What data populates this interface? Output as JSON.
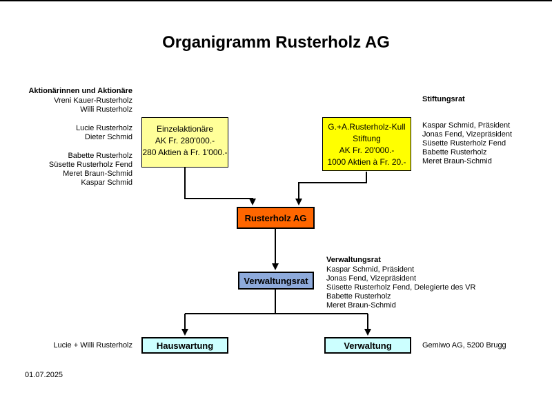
{
  "title": "Organigramm Rusterholz AG",
  "colors": {
    "einzelaktionaere": "#FFFF99",
    "stiftung": "#FFFF00",
    "rusterholz_ag": "#FF6600",
    "verwaltungsrat": "#8EAADB",
    "hauswartung": "#CCFFFF",
    "verwaltung": "#CCFFFF",
    "line": "#000000"
  },
  "shareholders": {
    "heading": "Aktionärinnen und Aktionäre",
    "group1": [
      "Vreni Kauer-Rusterholz",
      "Willi Rusterholz"
    ],
    "group2": [
      "Lucie Rusterholz",
      "Dieter Schmid"
    ],
    "group3": [
      "Babette Rusterholz",
      "Süsette Rusterholz Fend",
      "Meret Braun-Schmid",
      "Kaspar Schmid"
    ]
  },
  "boxes": {
    "einzelaktionaere": {
      "lines": [
        "Einzelaktionäre",
        "AK Fr. 280'000.-",
        "280 Aktien à Fr. 1'000.-"
      ]
    },
    "stiftung": {
      "lines": [
        "G.+A.Rusterholz-Kull",
        "Stiftung",
        "AK Fr. 20'000.-",
        "1000 Aktien à Fr. 20.-"
      ]
    },
    "rusterholz_ag": {
      "label": "Rusterholz AG"
    },
    "verwaltungsrat": {
      "label": "Verwaltungsrat"
    },
    "hauswartung": {
      "label": "Hauswartung"
    },
    "verwaltung": {
      "label": "Verwaltung"
    }
  },
  "stiftungsrat": {
    "heading": "Stiftungsrat",
    "members": [
      "Kaspar Schmid, Präsident",
      "Jonas Fend, Vizepräsident",
      "Süsette Rusterholz Fend",
      "Babette Rusterholz",
      "Meret Braun-Schmid"
    ]
  },
  "verwaltungsrat_list": {
    "heading": "Verwaltungsrat",
    "members": [
      "Kaspar Schmid, Präsident",
      "Jonas Fend, Vizepräsident",
      "Süsette Rusterholz Fend, Delegierte des VR",
      "Babette Rusterholz",
      "Meret Braun-Schmid"
    ]
  },
  "captions": {
    "hauswartung_left": "Lucie + Willi Rusterholz",
    "verwaltung_right": "Gemiwo AG, 5200 Brugg"
  },
  "footer": {
    "date": "01.07.2025"
  }
}
